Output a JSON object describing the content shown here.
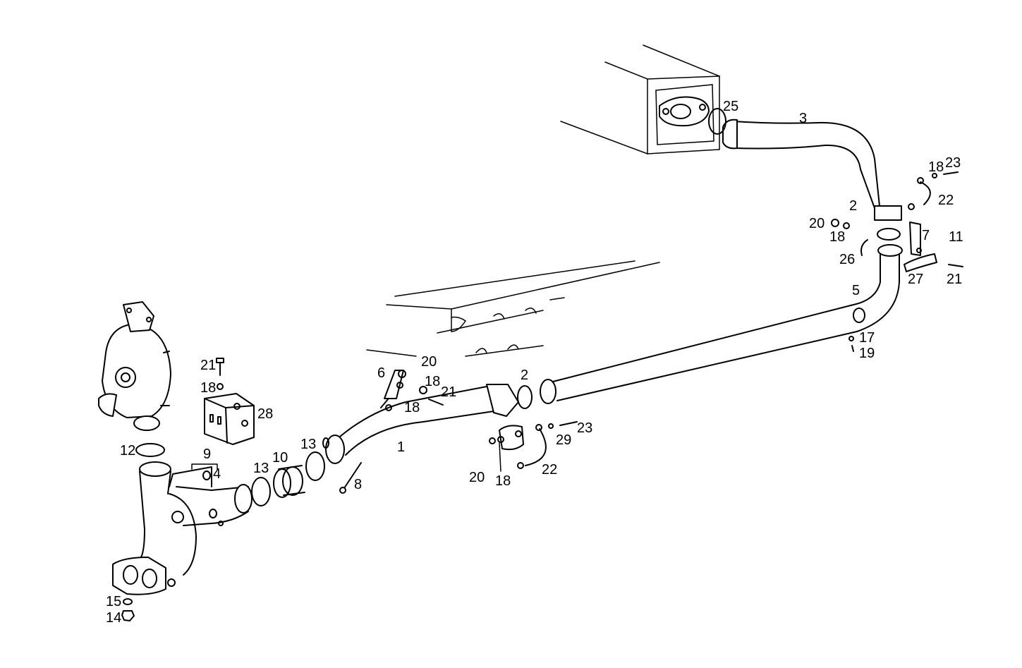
{
  "callouts": [
    {
      "id": "c1",
      "text": "1"
    },
    {
      "id": "c2a",
      "text": "2"
    },
    {
      "id": "c2b",
      "text": "2"
    },
    {
      "id": "c3",
      "text": "3"
    },
    {
      "id": "c4",
      "text": "4"
    },
    {
      "id": "c5",
      "text": "5"
    },
    {
      "id": "c6",
      "text": "6"
    },
    {
      "id": "c7",
      "text": "7"
    },
    {
      "id": "c8",
      "text": "8"
    },
    {
      "id": "c9",
      "text": "9"
    },
    {
      "id": "c10",
      "text": "10"
    },
    {
      "id": "c11",
      "text": "11"
    },
    {
      "id": "c12",
      "text": "12"
    },
    {
      "id": "c13a",
      "text": "13"
    },
    {
      "id": "c13b",
      "text": "13"
    },
    {
      "id": "c14",
      "text": "14"
    },
    {
      "id": "c15",
      "text": "15"
    },
    {
      "id": "c17",
      "text": "17"
    },
    {
      "id": "c18a",
      "text": "18"
    },
    {
      "id": "c18b",
      "text": "18"
    },
    {
      "id": "c18c",
      "text": "18"
    },
    {
      "id": "c18d",
      "text": "18"
    },
    {
      "id": "c18e",
      "text": "18"
    },
    {
      "id": "c18f",
      "text": "18"
    },
    {
      "id": "c19",
      "text": "19"
    },
    {
      "id": "c20a",
      "text": "20"
    },
    {
      "id": "c20b",
      "text": "20"
    },
    {
      "id": "c20c",
      "text": "20"
    },
    {
      "id": "c21a",
      "text": "21"
    },
    {
      "id": "c21b",
      "text": "21"
    },
    {
      "id": "c21c",
      "text": "21"
    },
    {
      "id": "c22a",
      "text": "22"
    },
    {
      "id": "c22b",
      "text": "22"
    },
    {
      "id": "c23a",
      "text": "23"
    },
    {
      "id": "c23b",
      "text": "23"
    },
    {
      "id": "c25",
      "text": "25"
    },
    {
      "id": "c26",
      "text": "26"
    },
    {
      "id": "c27",
      "text": "27"
    },
    {
      "id": "c28",
      "text": "28"
    },
    {
      "id": "c29",
      "text": "29"
    }
  ]
}
